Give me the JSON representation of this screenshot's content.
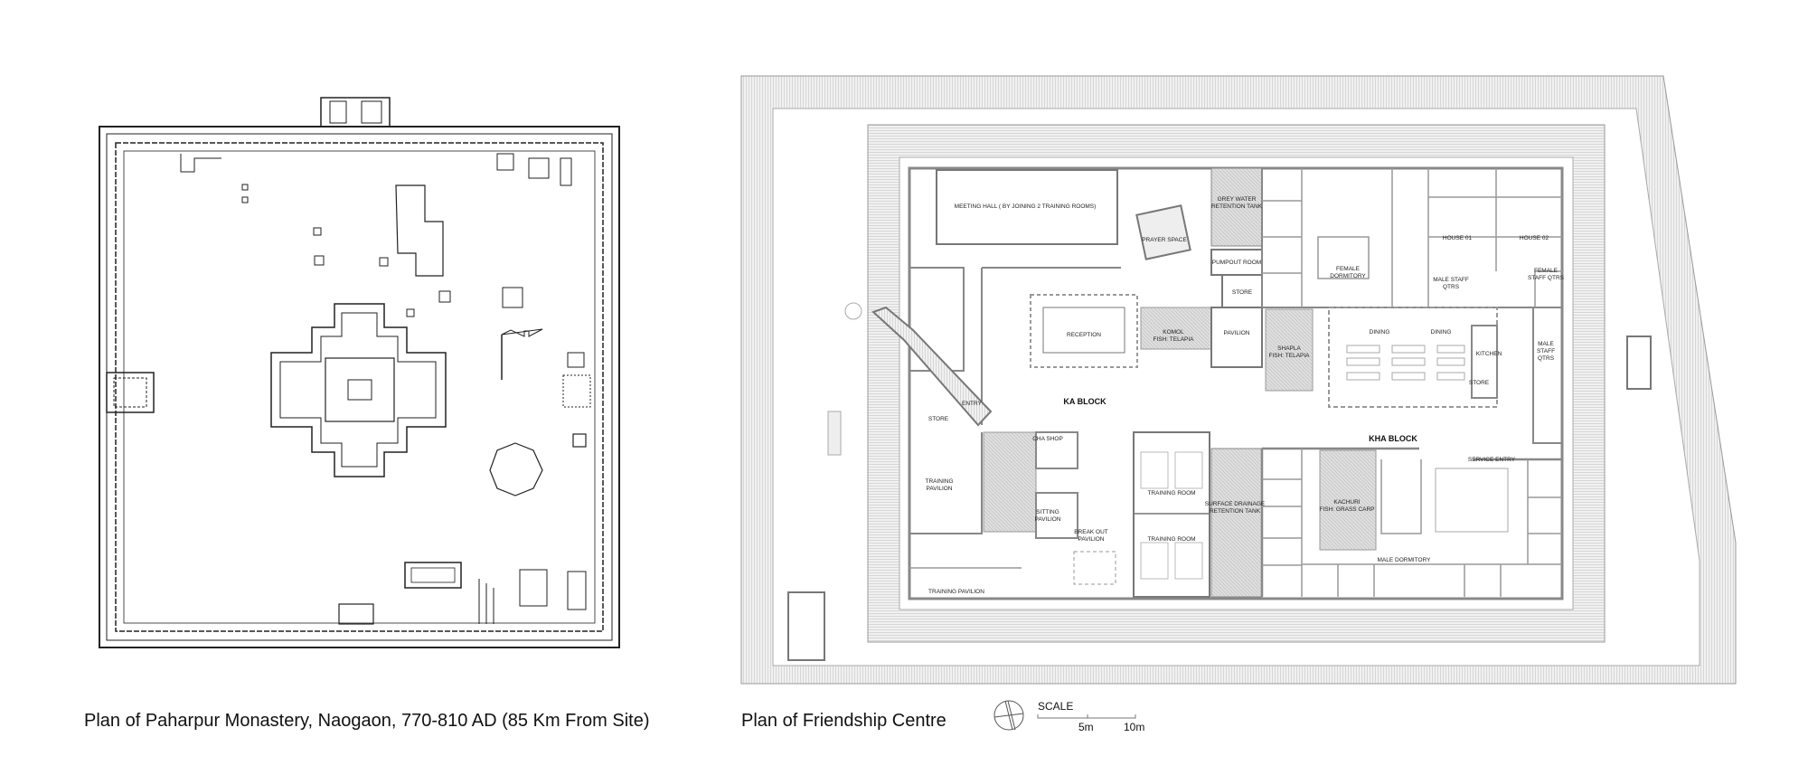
{
  "captions": {
    "left": "Plan of Paharpur Monastery, Naogaon, 770-810  AD (85 Km From Site)",
    "right": "Plan of Friendship Centre"
  },
  "scale": {
    "title": "SCALE",
    "tick1": "5m",
    "tick2": "10m"
  },
  "rooms": {
    "meeting_hall": "MEETING HALL ( BY JOINING 2 TRAINING ROOMS)",
    "prayer_space": "PRAYER SPACE",
    "grey_water_1": "GREY WATER",
    "grey_water_2": "RETENTION TANK",
    "pumpout_room": "PUMPOUT ROOM",
    "store_top": "STORE",
    "pavilion": "PAVILION",
    "reception": "RECEPTION",
    "komol_1": "KOMOL",
    "komol_2": "FISH: TELAPIA",
    "shapla_1": "SHAPLA",
    "shapla_2": "FISH: TELAPIA",
    "female_dorm_1": "FEMALE",
    "female_dorm_2": "DORMITORY",
    "house_01": "HOUSE 01",
    "house_02": "HOUSE 02",
    "male_staff_a1": "MALE STAFF",
    "male_staff_a2": "QTRS",
    "female_staff_1": "FEMALE",
    "female_staff_2": "STAFF QTRS",
    "dining_1": "DINING",
    "dining_2": "DINING",
    "kitchen": "KITCHEN",
    "store_kitchen": "STORE",
    "male_staff_b1": "MALE",
    "male_staff_b2": "STAFF",
    "male_staff_b3": "QTRS",
    "ka_block": "KA BLOCK",
    "kha_block": "KHA BLOCK",
    "entry": "ENTRY",
    "store_left": "STORE",
    "service_entry": "SERVICE ENTRY",
    "cha_shop": "CHA SHOP",
    "training_pavilion_1": "TRAINING",
    "training_pavilion_2": "PAVILION",
    "sitting_1": "SITTING",
    "sitting_2": "PAVILION",
    "training_room_1": "TRAINING ROOM",
    "training_room_2": "TRAINING ROOM",
    "surface_1": "SURFACE DRAINAGE",
    "surface_2": "RETENTION TANK",
    "kachuri_1": "KACHURI",
    "kachuri_2": "FISH: GRASS CARP",
    "breakout_1": "BREAK OUT",
    "breakout_2": "PAVILION",
    "male_dorm": "MALE DORMITORY",
    "training_pavilion_bottom": "TRAINING PAVILION"
  },
  "colors": {
    "wall": "#8a8a8a",
    "line": "#333333",
    "pond": "#d9d9d9"
  }
}
